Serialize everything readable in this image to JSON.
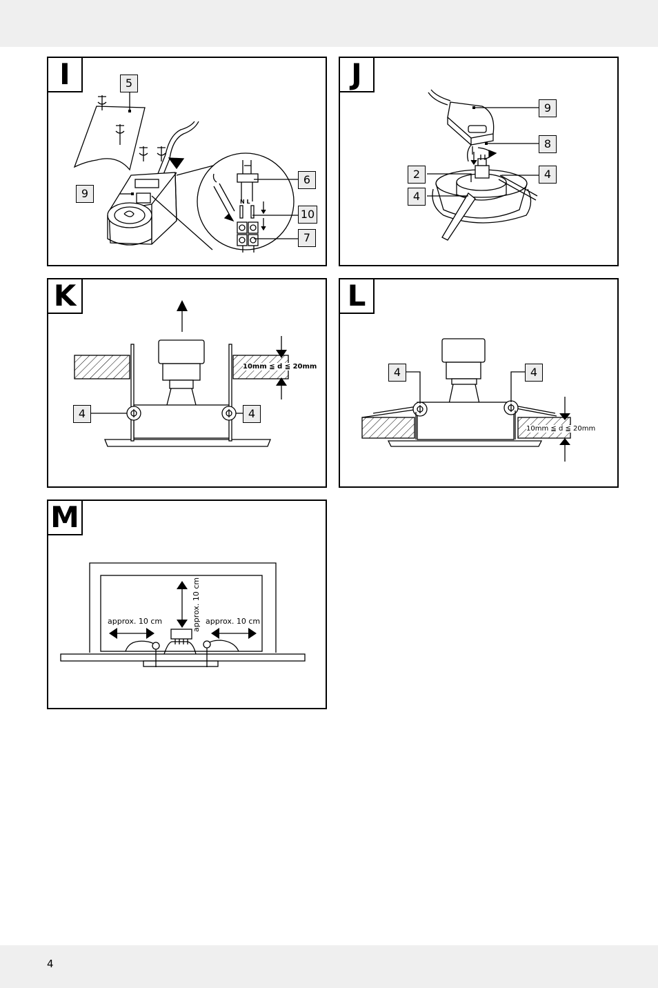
{
  "page_number": "4",
  "panels": {
    "I": {
      "tag": "I",
      "callouts": [
        "5",
        "9",
        "6",
        "10",
        "7"
      ],
      "terminal_labels": "N  L"
    },
    "J": {
      "tag": "J",
      "callouts": [
        "9",
        "8",
        "2",
        "4",
        "4"
      ]
    },
    "K": {
      "tag": "K",
      "callouts": [
        "4",
        "4"
      ],
      "dimension": "10mm ≦ d ≦ 20mm"
    },
    "L": {
      "tag": "L",
      "callouts": [
        "4",
        "4"
      ],
      "dimension": "10mm ≦ d ≦ 20mm"
    },
    "M": {
      "tag": "M",
      "labels": [
        "approx. 10 cm",
        "approx. 10 cm",
        "approx. 10 cm"
      ]
    }
  }
}
